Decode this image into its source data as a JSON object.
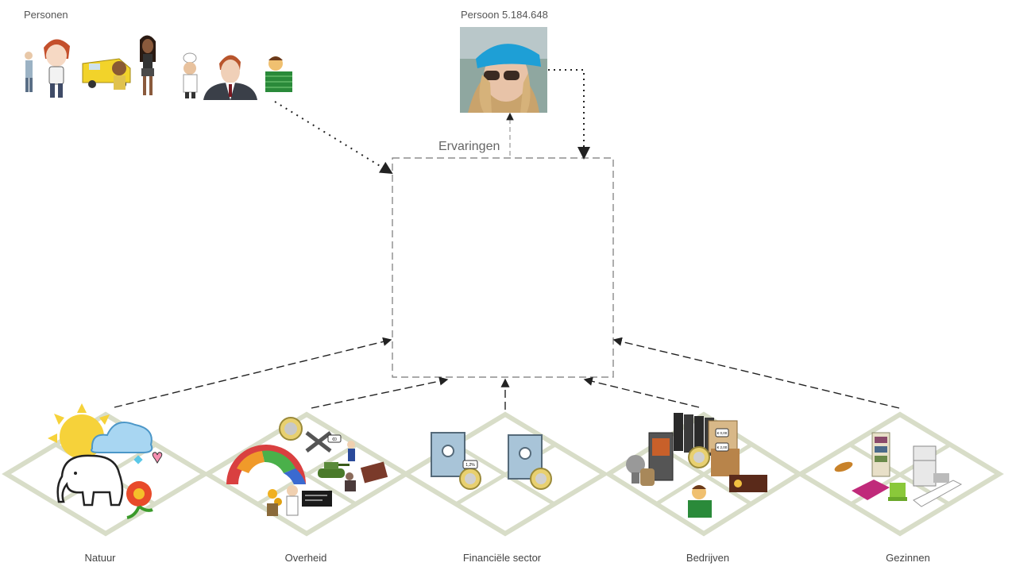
{
  "persons": {
    "label": "Personen"
  },
  "person": {
    "label": "Persoon 5.184.648",
    "photo_icon": "person-cap-sunglasses-photo"
  },
  "center": {
    "label": "Ervaringen"
  },
  "sectors": [
    {
      "key": "natuur",
      "label": "Natuur",
      "icon": "sun-cloud-elephant-flower"
    },
    {
      "key": "overheid",
      "label": "Overheid",
      "icon": "parliament-tank-books-coin"
    },
    {
      "key": "financiele",
      "label": "Financiële sector",
      "icon": "safes-euro-coins"
    },
    {
      "key": "bedrijven",
      "label": "Bedrijven",
      "icon": "bakery-ovens-books-merchant"
    },
    {
      "key": "gezinnen",
      "label": "Gezinnen",
      "icon": "furniture-bed-fridge"
    }
  ],
  "small_tags": {
    "eur": "€0",
    "rate": "1,2%",
    "price_a": "€ 0,00",
    "price_b": "€ 2,00"
  },
  "colors": {
    "arrow": "#222222",
    "box_dash": "#777777",
    "tile_border": "#d8ddc8"
  }
}
